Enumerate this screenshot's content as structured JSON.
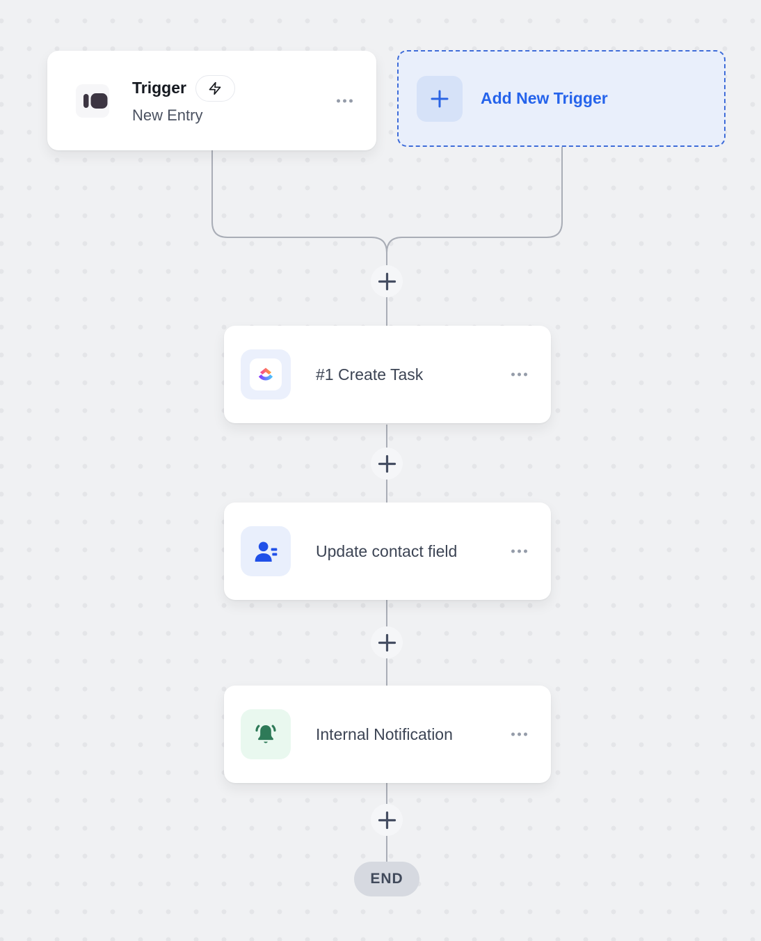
{
  "canvas": {
    "background_color": "#F0F1F3",
    "dot_color": "#E4E5E8",
    "connector_color": "#A9ADB6"
  },
  "trigger_card": {
    "title": "Trigger",
    "subtitle": "New Entry",
    "badge_icon": "zap-icon",
    "app_icon": "form-app-icon",
    "menu_icon": "ellipsis-menu-icon"
  },
  "add_trigger": {
    "label": "Add New Trigger",
    "icon": "plus-icon",
    "accent_color": "#2563EB",
    "border_color": "#3E6CD9",
    "background_color": "#E9EFFB"
  },
  "steps": [
    {
      "label": "#1 Create Task",
      "icon": "clickup-logo-icon",
      "icon_bg": "#EBF0FC",
      "menu_icon": "ellipsis-menu-icon"
    },
    {
      "label": "Update contact field",
      "icon": "contact-card-icon",
      "icon_color": "#2050E8",
      "icon_bg": "#E9EFFC",
      "menu_icon": "ellipsis-menu-icon"
    },
    {
      "label": "Internal Notification",
      "icon": "bell-icon",
      "icon_color": "#2E7A58",
      "icon_bg": "#E9F8EF",
      "menu_icon": "ellipsis-menu-icon"
    }
  ],
  "connectors": {
    "plus_symbol": "+",
    "plus_color": "#454E62",
    "count": 4
  },
  "end_badge": {
    "label": "END",
    "background_color": "#D6D9E0",
    "text_color": "#414A5B"
  }
}
